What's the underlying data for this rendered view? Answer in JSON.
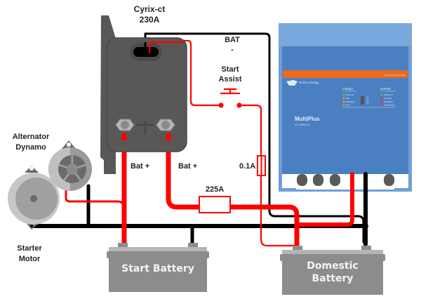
{
  "diagram": {
    "title": "Cyrix-ct start assist wiring",
    "components": {
      "relay": {
        "name": "Cyrix-ct",
        "rating": "230A"
      },
      "bat_minus": {
        "line1": "BAT",
        "line2": "-"
      },
      "start_assist": {
        "line1": "Start",
        "line2": "Assist"
      },
      "bat_plus_left": "Bat +",
      "bat_plus_right": "Bat +",
      "fuse_small": "0.1A",
      "fuse_main": "225A",
      "alternator": {
        "line1": "Alternator",
        "line2": "Dynamo"
      },
      "starter": {
        "line1": "Starter",
        "line2": "Motor"
      },
      "start_battery": "Start Battery",
      "domestic_battery": {
        "line1": "Domestic",
        "line2": "Battery"
      },
      "inverter": {
        "brand": "victron energy",
        "model": "MultiPlus",
        "spec": "24 | 3000 | 70",
        "url": "www.victronenergy.com",
        "charger_header": "charger",
        "inverter_header": "inverter",
        "charger_leds": [
          {
            "label": "mains on",
            "color": "#5fbf3a"
          },
          {
            "label": "bulk",
            "color": "#f0a020"
          },
          {
            "label": "absorption",
            "color": "#f0a020"
          },
          {
            "label": "float",
            "color": "#f0a020"
          }
        ],
        "inverter_leds": [
          {
            "label": "inverter on",
            "color": "#5fbf3a"
          },
          {
            "label": "overload",
            "color": "#e03a3a"
          },
          {
            "label": "low battery",
            "color": "#e03a3a"
          },
          {
            "label": "temperature",
            "color": "#e03a3a"
          }
        ]
      }
    },
    "colors": {
      "positive_wire": "#ff0000",
      "negative_wire": "#000000",
      "relay_body": "#5a5856",
      "battery": "#8c8c8c",
      "inverter_blue": "#4a7fc1",
      "inverter_orange": "#ec6a1c"
    }
  }
}
